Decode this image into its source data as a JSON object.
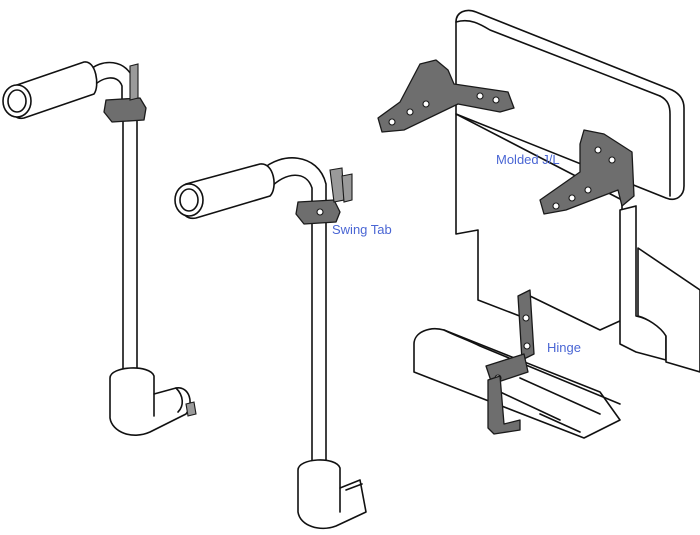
{
  "labels": {
    "swing_tab": "Swing Tab",
    "molded_jl": "Molded J/L",
    "hinge": "Hinge"
  },
  "colors": {
    "label": "#4a66d4",
    "line": "#111111",
    "hardware": "#6e6e6e",
    "background": "#ffffff"
  }
}
